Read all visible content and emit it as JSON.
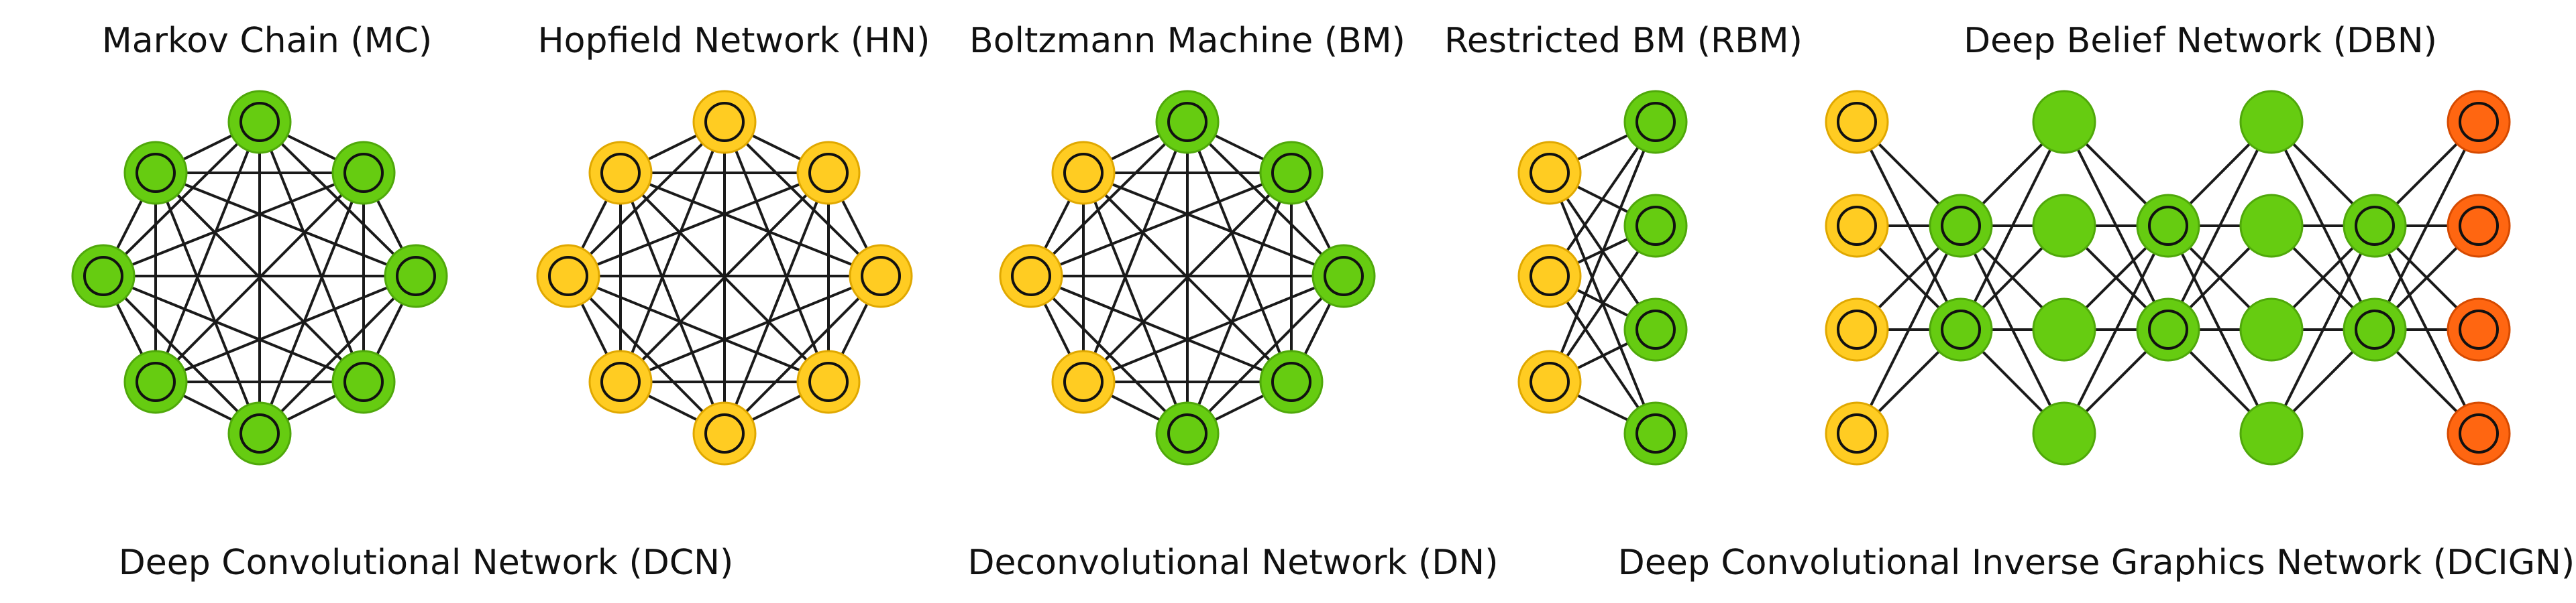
{
  "colors": {
    "green": "#66cc11",
    "green_border": "#4fa80a",
    "yellow": "#ffcc22",
    "yellow_border": "#e0a800",
    "orange": "#ff6611",
    "orange_border": "#d64a00",
    "edge": "#1a1a1a"
  },
  "diagrams": [
    {
      "id": "mc",
      "title": "Markov Chain (MC)",
      "node_kind": "green-ring",
      "topology": "complete-8"
    },
    {
      "id": "hn",
      "title": "Hopfield Network (HN)",
      "node_kind": "yellow-ring",
      "topology": "complete-8"
    },
    {
      "id": "bm",
      "title": "Boltzmann Machine (BM)",
      "node_kind": "mixed (yellow visible, green hidden)",
      "topology": "complete-8"
    },
    {
      "id": "rbm",
      "title": "Restricted BM (RBM)",
      "node_kind": "3 yellow input, 4 green hidden",
      "topology": "bipartite"
    },
    {
      "id": "dbn",
      "title": "Deep Belief Network (DBN)",
      "node_kind": "yellow input, green rings, green solid, orange output",
      "topology": "layered"
    }
  ],
  "bottom_titles": [
    {
      "id": "dcn",
      "title": "Deep Convolutional Network (DCN)"
    },
    {
      "id": "dn",
      "title": "Deconvolutional Network (DN)"
    },
    {
      "id": "dcign",
      "title": "Deep Convolutional Inverse Graphics Network (DCIGN)"
    }
  ]
}
